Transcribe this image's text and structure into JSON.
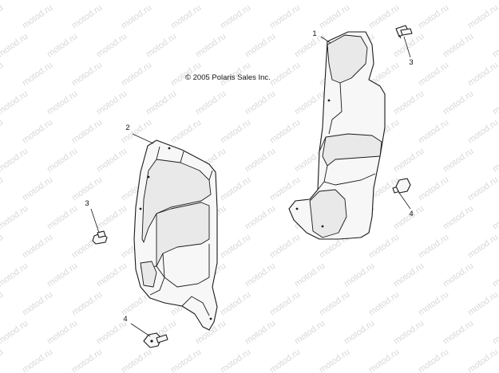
{
  "copyright": "© 2005 Polaris Sales Inc.",
  "watermark_text": "motod.ru",
  "callouts": {
    "right_guard": "1",
    "left_guard": "2",
    "push_rivet_right": "3",
    "push_rivet_left": "3",
    "screw_right": "4",
    "screw_left": "4"
  }
}
